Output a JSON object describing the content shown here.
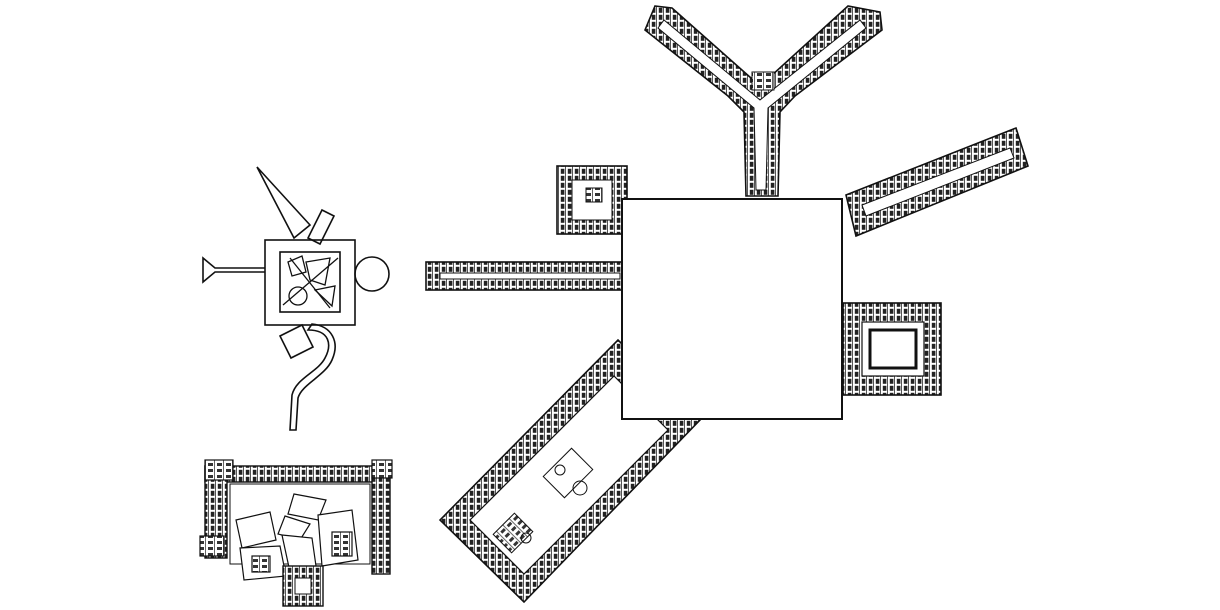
{
  "figure": {
    "drawings": [
      {
        "id": "concept-diagram",
        "kind": "schematic",
        "elements": [
          "square-court",
          "triangle",
          "bar",
          "circle",
          "funnel-wing",
          "small-square",
          "curved-path"
        ]
      },
      {
        "id": "plan-small",
        "kind": "floor-plan"
      },
      {
        "id": "plan-large",
        "kind": "floor-plan",
        "wings": [
          "y-wing-north",
          "wing-northeast",
          "wing-west",
          "wing-southwest",
          "square-pavilion-northwest",
          "square-pavilion-east"
        ]
      }
    ],
    "colors": {
      "line": "#111111",
      "hatch": "#444444",
      "paper": "#ffffff"
    }
  }
}
